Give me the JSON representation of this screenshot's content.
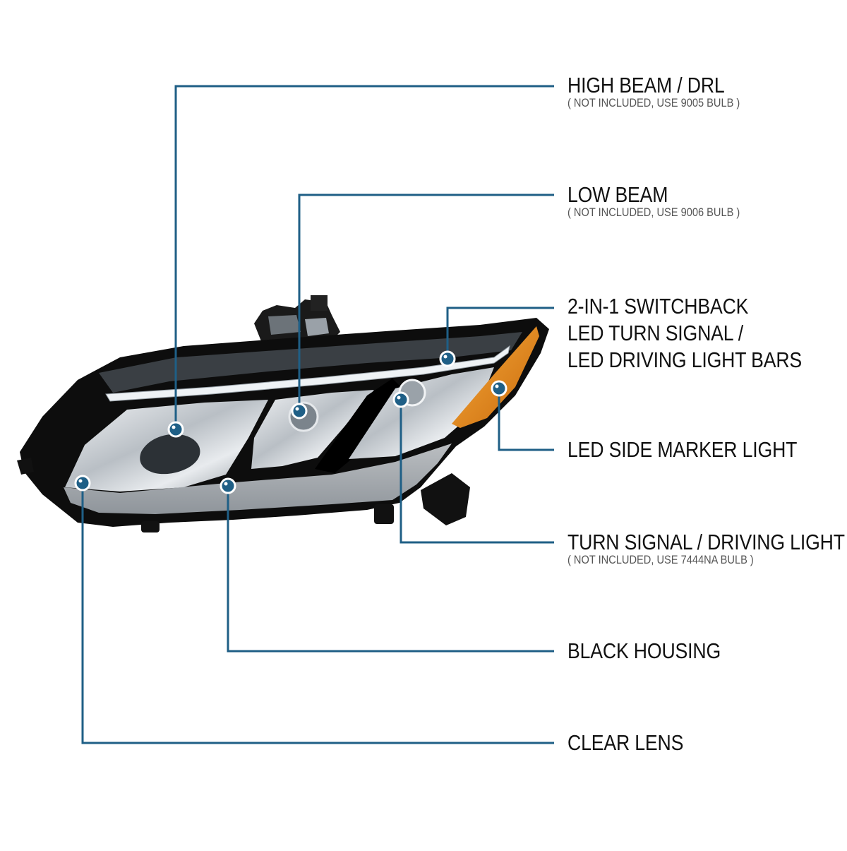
{
  "colors": {
    "leader": "#1f5f86",
    "dot": "#1f5f86",
    "housing": "#0d0d0d",
    "amber": "#e88a1a",
    "chrome": "#c9ced3"
  },
  "callouts": [
    {
      "id": "high-beam-drl",
      "title": "HIGH BEAM / DRL",
      "note": "( NOT INCLUDED, USE  9005 BULB )"
    },
    {
      "id": "low-beam",
      "title": "LOW BEAM",
      "note": "( NOT INCLUDED, USE  9006 BULB )"
    },
    {
      "id": "switchback",
      "title_lines": [
        "2-IN-1 SWITCHBACK",
        "LED TURN SIGNAL /",
        "LED DRIVING LIGHT BARS"
      ]
    },
    {
      "id": "side-marker",
      "title": "LED SIDE MARKER LIGHT"
    },
    {
      "id": "turn-signal",
      "title": "TURN SIGNAL / DRIVING LIGHT",
      "note": "( NOT INCLUDED, USE  7444NA  BULB )"
    },
    {
      "id": "black-housing",
      "title": "BLACK HOUSING"
    },
    {
      "id": "clear-lens",
      "title": "CLEAR LENS"
    }
  ]
}
